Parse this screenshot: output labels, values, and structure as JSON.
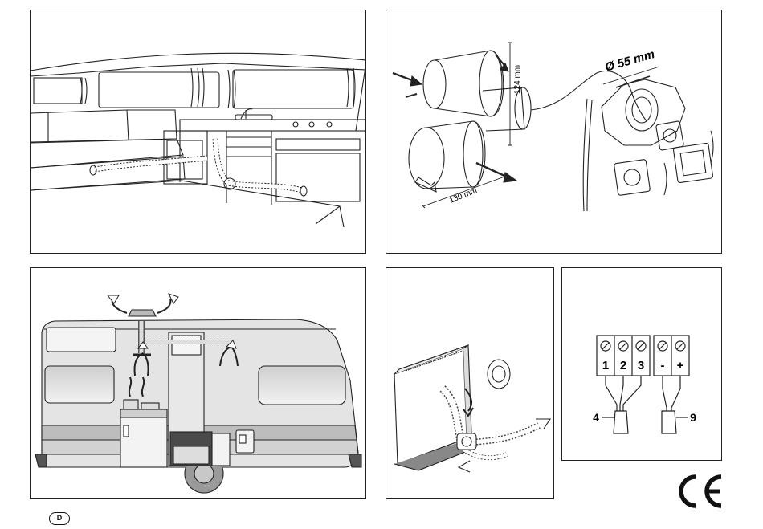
{
  "panel2": {
    "diameter_label": "Ø 55 mm",
    "height_label": "124 mm",
    "depth_label": "130 mm"
  },
  "panel5": {
    "terminals_left": [
      "1",
      "2",
      "3"
    ],
    "terminals_right": [
      "-",
      "+"
    ],
    "wire_label_left": "4",
    "wire_label_right": "9"
  },
  "footer": {
    "certification_mark": "CE",
    "language_badge": "D"
  }
}
